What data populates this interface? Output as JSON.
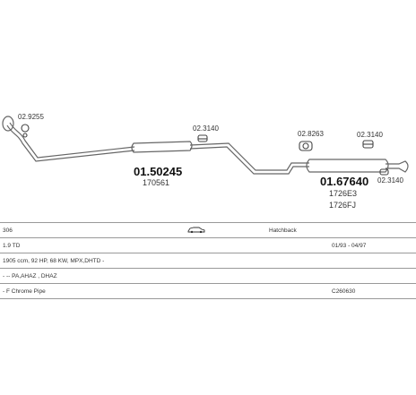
{
  "parts": {
    "p1_code": "02.9255",
    "p2_code": "02.3140",
    "p3_code": "02.8263",
    "p4_code": "02.3140",
    "p5_code": "02.3140",
    "part1_number": "01.50245",
    "part1_ref": "170561",
    "part2_number": "01.67640",
    "part2_ref1": "1726E3",
    "part2_ref2": "1726FJ"
  },
  "vehicle": {
    "model": "306",
    "body_icon": "car-icon",
    "body_type": "Hatchback",
    "engine": "1.9 TD",
    "years": "01/93 - 04/97",
    "specs": "1905 ccm, 92 HP, 68 KW, MPX,DHTD - ",
    "engine_codes": "- -- PA,AHAZ , DHAZ",
    "extras_label": "- F Chrome Pipe",
    "extras_code": "C260630"
  }
}
